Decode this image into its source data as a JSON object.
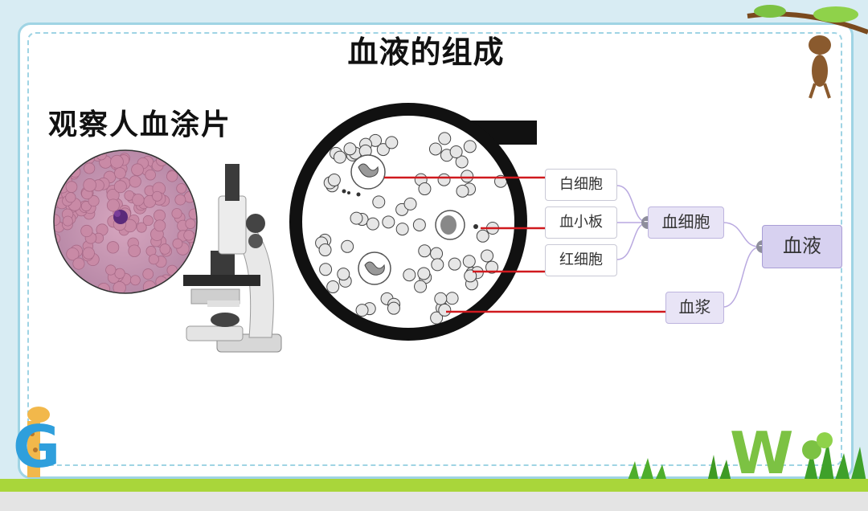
{
  "slide": {
    "title": "血液的组成",
    "subtitle": "观察人血涂片"
  },
  "mindmap": {
    "wbc": "白细胞",
    "platelet": "血小板",
    "rbc": "红细胞",
    "blood_cells": "血细胞",
    "plasma": "血浆",
    "blood": "血液",
    "collapse_symbol": "−"
  },
  "decor": {
    "letter_left": "G",
    "letter_right": "W"
  },
  "colors": {
    "accent_border": "#9fd4e4",
    "pointer_line": "#d0191e",
    "connector": "#b9a9e0"
  }
}
